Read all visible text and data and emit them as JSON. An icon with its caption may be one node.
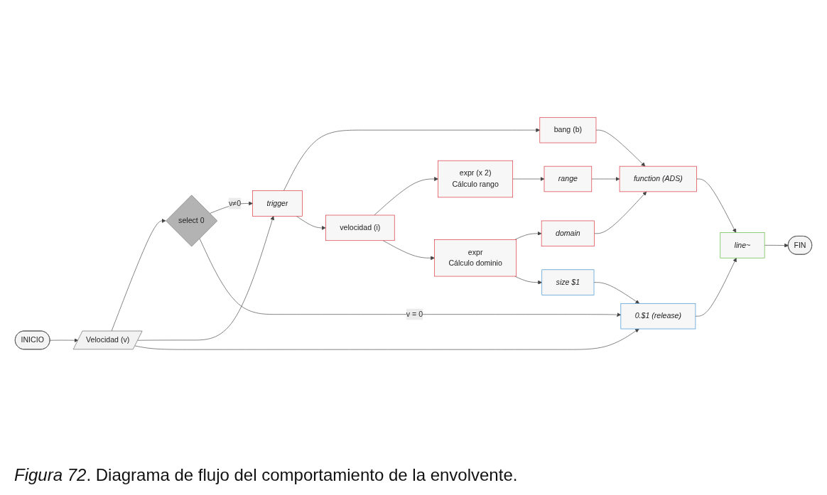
{
  "diagram": {
    "caption": "*Figura 72*. Diagrama de flujo del comportamiento de la envolvente.",
    "nodes": [
      {
        "text": [
          "INICIO"
        ]
      },
      {
        "text": [
          "Velocidad (v)"
        ]
      },
      {
        "text": [
          "select 0"
        ]
      },
      {
        "text": [
          "trigger"
        ]
      },
      {
        "text": [
          "bang (b)"
        ]
      },
      {
        "text": [
          "velocidad (i)"
        ]
      },
      {
        "text": [
          "expr (x 2)",
          "Cálculo rango"
        ]
      },
      {
        "text": [
          "range"
        ]
      },
      {
        "text": [
          "function (ADS)"
        ]
      },
      {
        "text": [
          "expr",
          "Cálculo dominio"
        ]
      },
      {
        "text": [
          "domain"
        ]
      },
      {
        "text": [
          "0.$1 (release)"
        ]
      },
      {
        "text": [
          "size $1"
        ]
      },
      {
        "text": [
          "line~"
        ]
      },
      {
        "text": [
          "FIN"
        ]
      }
    ],
    "edges": [
      {
        "from": 0,
        "to": 1,
        "arrow": "to"
      },
      {
        "from": 1,
        "to": 2,
        "arrow": "to"
      },
      {
        "from": 1,
        "to": 3,
        "arrow": "to"
      },
      {
        "from": 2,
        "to": 3,
        "arrow": "to",
        "label": "v≠0"
      },
      {
        "from": 1,
        "to": 11,
        "arrow": "to"
      },
      {
        "from": 2,
        "to": 11,
        "arrow": "to",
        "label": "v = 0"
      },
      {
        "from": 3,
        "to": 4,
        "arrow": "to"
      },
      {
        "from": 3,
        "to": 5,
        "arrow": "to"
      },
      {
        "from": 5,
        "to": 6,
        "arrow": "to"
      },
      {
        "from": 5,
        "to": 9,
        "arrow": "to"
      },
      {
        "from": 6,
        "to": 7,
        "arrow": "to"
      },
      {
        "from": 9,
        "to": 10,
        "arrow": "to"
      },
      {
        "from": 4,
        "to": 8,
        "arrow": "to"
      },
      {
        "from": 7,
        "to": 8,
        "arrow": "to"
      },
      {
        "from": 10,
        "to": 8,
        "arrow": "to"
      },
      {
        "from": 9,
        "to": 12,
        "arrow": "to"
      },
      {
        "from": 12,
        "to": 11,
        "arrow": "to"
      },
      {
        "from": 11,
        "to": 13,
        "arrow": "to"
      },
      {
        "from": 8,
        "to": 13,
        "arrow": "to"
      },
      {
        "from": 13,
        "to": 14,
        "arrow": "to"
      }
    ]
  }
}
